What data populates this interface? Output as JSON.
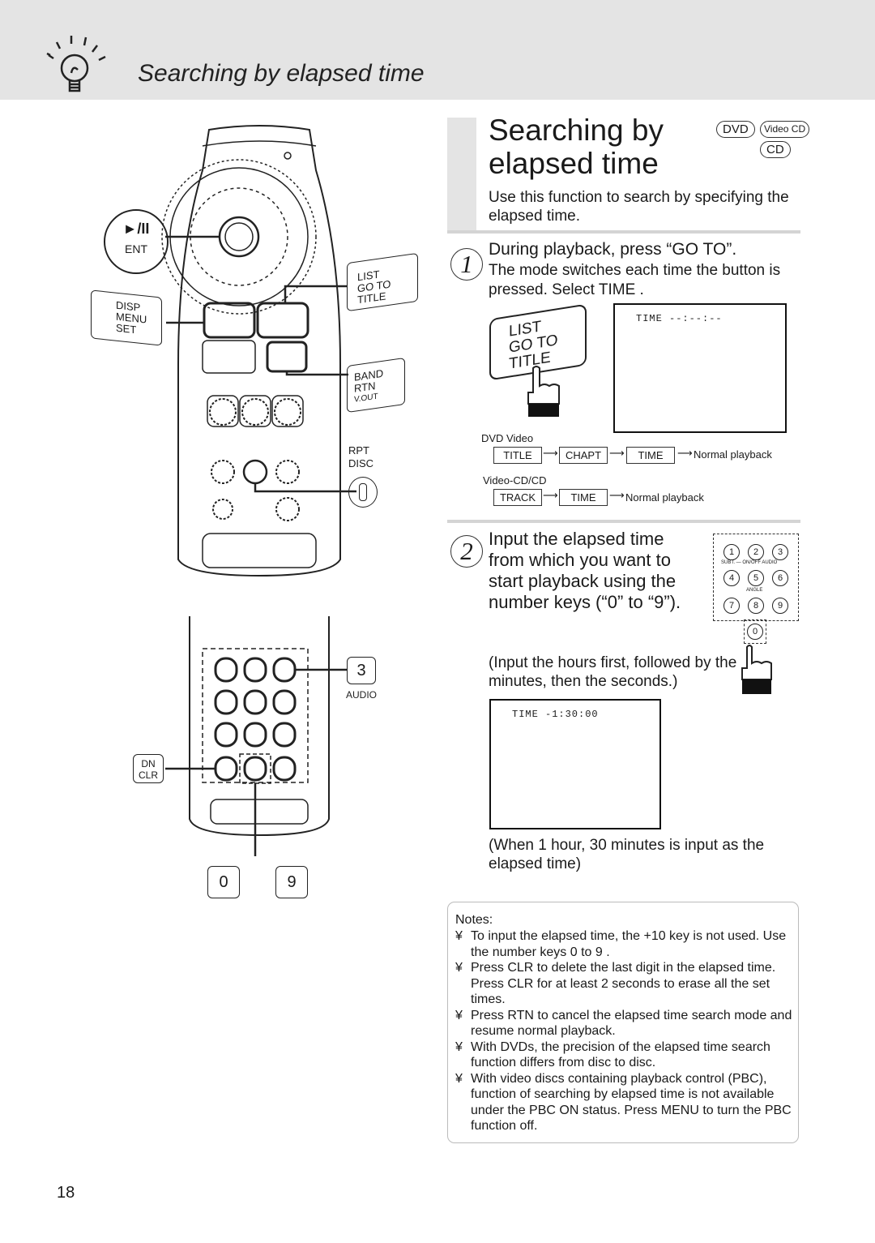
{
  "header": {
    "section_title": "Searching by elapsed time"
  },
  "title": {
    "line1": "Searching by",
    "line2": "elapsed time",
    "badges": [
      "DVD",
      "Video CD",
      "CD"
    ]
  },
  "intro": "Use this function to search by specifying the elapsed time.",
  "step1": {
    "number": "1",
    "title": "During playback, press “GO TO”.",
    "desc": "The mode switches each time the button is pressed. Select  TIME .",
    "button_labels": [
      "LIST",
      "GO TO",
      "TITLE"
    ],
    "screen_text": "TIME --:--:--",
    "dvd_label": "DVD Video",
    "dvd_sequence": [
      "TITLE",
      "CHAPT",
      "TIME"
    ],
    "vcd_label": "Video-CD/CD",
    "vcd_sequence": [
      "TRACK",
      "TIME"
    ],
    "end_label": "Normal playback"
  },
  "step2": {
    "number": "2",
    "desc": "Input the elapsed time from which you want to start playback using the number  keys (“0” to “9”).",
    "note": "(Input the hours first, followed by the minutes, then the seconds.)",
    "keypad": [
      "1",
      "2",
      "3",
      "4",
      "5",
      "6",
      "7",
      "8",
      "9",
      "0"
    ],
    "keypad_labels": {
      "row1": "SUBT. — ON/OFF  AUDIO",
      "row2": "ANGLE"
    },
    "screen_text": "TIME -1:30:00",
    "caption": "(When 1 hour, 30 minutes is input as the elapsed time)"
  },
  "remote": {
    "play_label": "►/II",
    "ent_label": "ENT",
    "disp_labels": [
      "DISP",
      "MENU",
      "SET"
    ],
    "list_labels": [
      "LIST",
      "GO TO",
      "TITLE"
    ],
    "band_labels": [
      "BAND",
      "RTN",
      "V.OUT"
    ],
    "rpt_labels": [
      "RPT",
      "DISC"
    ],
    "audio_number": "3",
    "audio_label": "AUDIO",
    "dn_labels": [
      "DN",
      "CLR"
    ],
    "key0": "0",
    "key9": "9"
  },
  "notes": {
    "title": "Notes:",
    "bullet": "¥",
    "items": [
      "To input the elapsed time, the  +10  key is not used. Use the number keys  0  to  9 .",
      "Press  CLR  to delete the last digit in the elapsed time. Press  CLR  for at least 2 seconds to erase all the set times.",
      "Press  RTN  to cancel the elapsed time search mode and resume normal playback.",
      "With DVDs, the precision of the elapsed time search function differs from disc to disc.",
      "With video discs containing playback control (PBC), function of  searching  by elapsed time  is not available under the PBC ON status.  Press  MENU  to turn the PBC function off."
    ]
  },
  "page_number": "18"
}
